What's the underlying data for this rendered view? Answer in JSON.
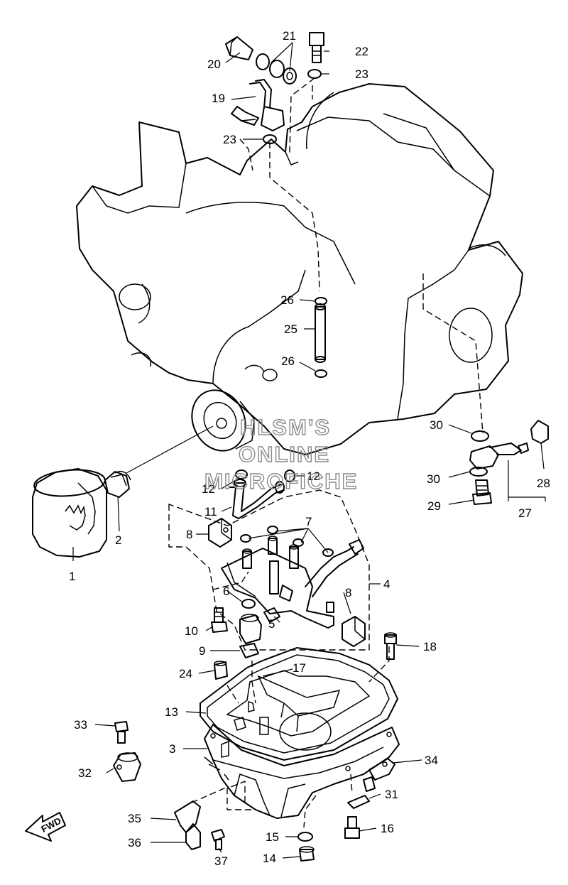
{
  "watermark": {
    "line1": "HLSM'S",
    "line2": "ONLINE",
    "line3": "MICROFICHE"
  },
  "direction_marker": "FWD",
  "callouts": [
    {
      "id": "c1",
      "number": "1"
    },
    {
      "id": "c2",
      "number": "2"
    },
    {
      "id": "c3",
      "number": "3"
    },
    {
      "id": "c4",
      "number": "4"
    },
    {
      "id": "c5",
      "number": "5"
    },
    {
      "id": "c6",
      "number": "6"
    },
    {
      "id": "c7",
      "number": "7"
    },
    {
      "id": "c8a",
      "number": "8"
    },
    {
      "id": "c8b",
      "number": "8"
    },
    {
      "id": "c9",
      "number": "9"
    },
    {
      "id": "c10",
      "number": "10"
    },
    {
      "id": "c11",
      "number": "11"
    },
    {
      "id": "c12a",
      "number": "12"
    },
    {
      "id": "c12b",
      "number": "12"
    },
    {
      "id": "c13",
      "number": "13"
    },
    {
      "id": "c14",
      "number": "14"
    },
    {
      "id": "c15",
      "number": "15"
    },
    {
      "id": "c16",
      "number": "16"
    },
    {
      "id": "c17",
      "number": "17"
    },
    {
      "id": "c18",
      "number": "18"
    },
    {
      "id": "c19",
      "number": "19"
    },
    {
      "id": "c20",
      "number": "20"
    },
    {
      "id": "c21",
      "number": "21"
    },
    {
      "id": "c22",
      "number": "22"
    },
    {
      "id": "c23a",
      "number": "23"
    },
    {
      "id": "c23b",
      "number": "23"
    },
    {
      "id": "c24",
      "number": "24"
    },
    {
      "id": "c25",
      "number": "25"
    },
    {
      "id": "c26a",
      "number": "26"
    },
    {
      "id": "c26b",
      "number": "26"
    },
    {
      "id": "c27",
      "number": "27"
    },
    {
      "id": "c28",
      "number": "28"
    },
    {
      "id": "c29",
      "number": "29"
    },
    {
      "id": "c30a",
      "number": "30"
    },
    {
      "id": "c30b",
      "number": "30"
    },
    {
      "id": "c31",
      "number": "31"
    },
    {
      "id": "c32",
      "number": "32"
    },
    {
      "id": "c33",
      "number": "33"
    },
    {
      "id": "c34",
      "number": "34"
    },
    {
      "id": "c35",
      "number": "35"
    },
    {
      "id": "c36",
      "number": "36"
    },
    {
      "id": "c37",
      "number": "37"
    }
  ]
}
